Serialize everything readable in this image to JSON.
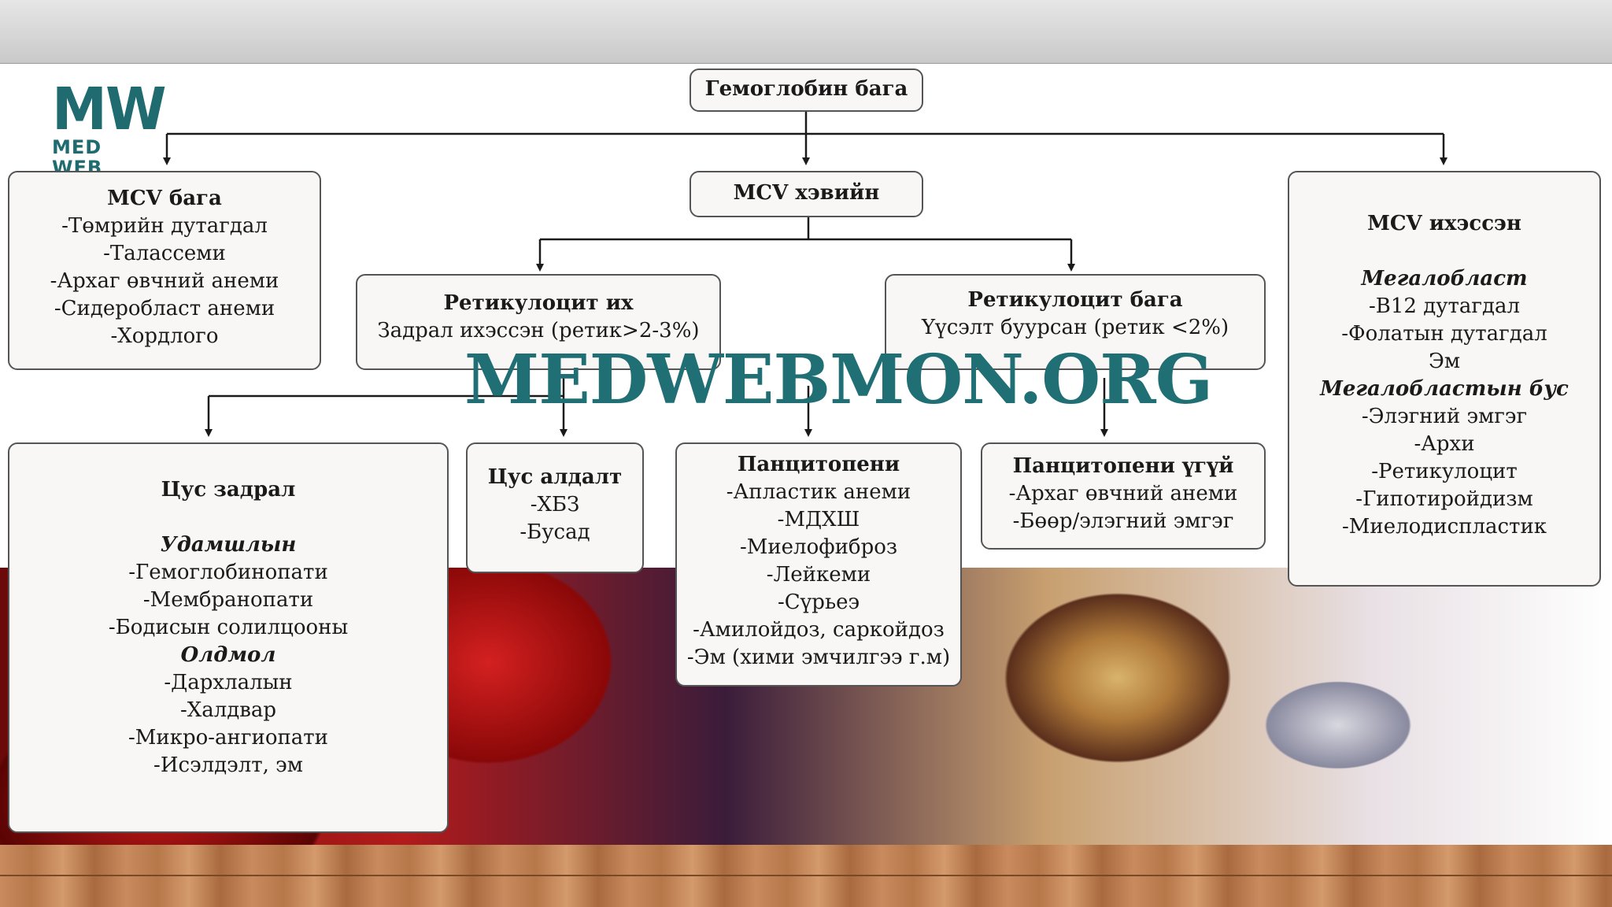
{
  "logo": {
    "mark": "MW",
    "subtitle": "MED WEB"
  },
  "watermark": "MEDWEBMON.ORG",
  "root": "Гемоглобин бага",
  "mcv_low": {
    "title": "MCV бага",
    "items": [
      "-Төмрийн дутагдал",
      "-Талассеми",
      "-Архаг өвчний анеми",
      "-Сидеробласт анеми",
      "-Хордлого"
    ]
  },
  "mcv_normal": {
    "title": "MCV хэвийн"
  },
  "mcv_high": {
    "title": "MCV ихэссэн",
    "sub1": "Мегалобласт",
    "sub1_items": [
      "-B12 дутагдал",
      "-Фолатын дутагдал",
      "Эм"
    ],
    "sub2": "Мегалобластын бус",
    "sub2_items": [
      "-Элэгний эмгэг",
      "-Архи",
      "-Ретикулоцит",
      "-Гипотиройдизм",
      "-Миелодиспластик"
    ]
  },
  "retic_high": {
    "title": "Ретикулоцит их",
    "detail": "Задрал ихэссэн (ретик>2-3%)"
  },
  "retic_low": {
    "title": "Ретикулоцит бага",
    "detail": "Үүсэлт буурсан (ретик <2%)"
  },
  "hemolysis": {
    "title": "Цус задрал",
    "sub1": "Удамшлын",
    "sub1_items": [
      "-Гемоглобинопати",
      "-Мембранопати",
      "-Бодисын солилцооны"
    ],
    "sub2": "Олдмол",
    "sub2_items": [
      "-Дархлалын",
      "-Халдвар",
      "-Микро-ангиопати",
      "-Исэлдэлт, эм"
    ]
  },
  "blood_loss": {
    "title": "Цус алдалт",
    "items": [
      "-ХБЗ",
      "-Бусад"
    ]
  },
  "pancytopenia": {
    "title": "Панцитопени",
    "items": [
      "-Апластик анеми",
      "-МДХШ",
      "-Миелофиброз",
      "-Лейкеми",
      "-Сүрьеэ",
      "-Амилойдоз, саркойдоз",
      "-Эм (хими эмчилгээ г.м)"
    ]
  },
  "no_pancytopenia": {
    "title": "Панцитопени үгүй",
    "items": [
      "-Архаг өвчний анеми",
      "-Бөөр/элэгний эмгэг"
    ]
  }
}
